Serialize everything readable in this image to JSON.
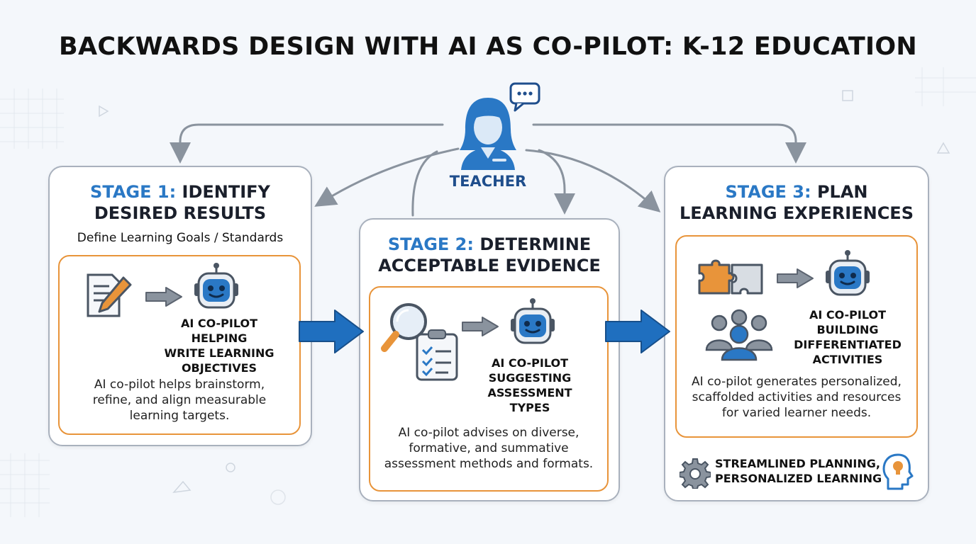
{
  "title": "BACKWARDS DESIGN WITH AI AS CO-PILOT: K-12 EDUCATION",
  "teacher": {
    "label": "TEACHER",
    "icon": "teacher-icon"
  },
  "stages": [
    {
      "prefix": "STAGE 1:",
      "title_rest": "IDENTIFY",
      "title_line2": "DESIRED RESULTS",
      "subtitle": "Define Learning Goals / Standards",
      "copilot": [
        "AI CO-PILOT",
        "HELPING",
        "WRITE LEARNING",
        "OBJECTIVES"
      ],
      "desc": [
        "AI co-pilot helps brainstorm,",
        "refine, and align measurable",
        "learning targets."
      ]
    },
    {
      "prefix": "STAGE 2:",
      "title_rest": "DETERMINE",
      "title_line2": "ACCEPTABLE EVIDENCE",
      "copilot": [
        "AI CO-PILOT",
        "SUGGESTING",
        "ASSESSMENT",
        "TYPES"
      ],
      "desc": [
        "AI co-pilot advises on diverse,",
        "formative, and summative",
        "assessment methods and formats."
      ]
    },
    {
      "prefix": "STAGE 3:",
      "title_rest": "PLAN",
      "title_line2": "LEARNING EXPERIENCES",
      "copilot": [
        "AI CO-PILOT",
        "BUILDING",
        "DIFFERENTIATED",
        "ACTIVITIES"
      ],
      "desc": [
        "AI co-pilot generates personalized,",
        "scaffolded activities and resources",
        "for varied learner needs."
      ],
      "footer": [
        "STREAMLINED PLANNING,",
        "PERSONALIZED LEARNING"
      ]
    }
  ],
  "colors": {
    "stage_blue": "#2a78c5",
    "orange": "#e8943a",
    "arrow_blue": "#1f6fbf",
    "gray": "#8a939e"
  },
  "icons": [
    "document-pencil-icon",
    "robot-icon",
    "magnifier-icon",
    "checklist-icon",
    "puzzle-icon",
    "group-icon",
    "gear-icon",
    "head-lightbulb-icon",
    "chat-bubble-icon"
  ]
}
